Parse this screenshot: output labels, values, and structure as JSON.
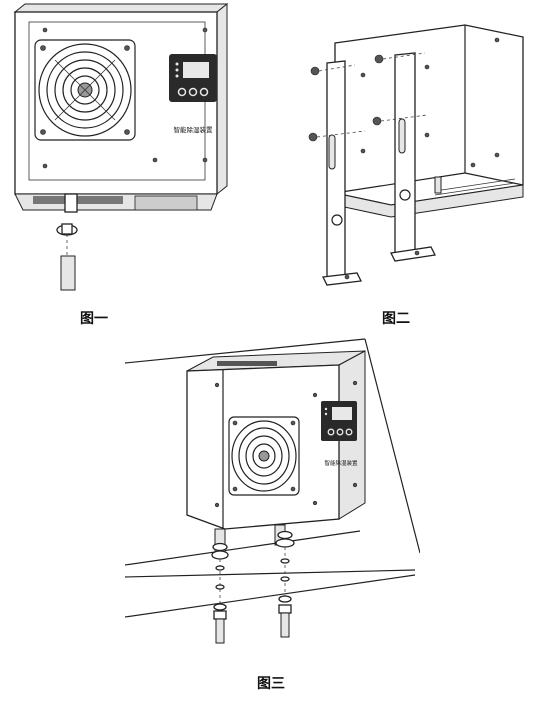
{
  "figures": [
    {
      "id": "fig1",
      "caption": "图一"
    },
    {
      "id": "fig2",
      "caption": "图二"
    },
    {
      "id": "fig3",
      "caption": "图三"
    }
  ],
  "device": {
    "panel_label": "智能除湿装置",
    "fan_icon": "fan-icon",
    "display_icon": "control-panel-icon"
  }
}
